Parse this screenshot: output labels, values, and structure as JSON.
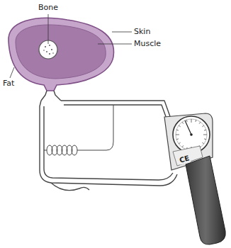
{
  "diagram": {
    "labels": [
      "Bone",
      "Skin",
      "Muscle",
      "Fat",
      "CE"
    ]
  }
}
